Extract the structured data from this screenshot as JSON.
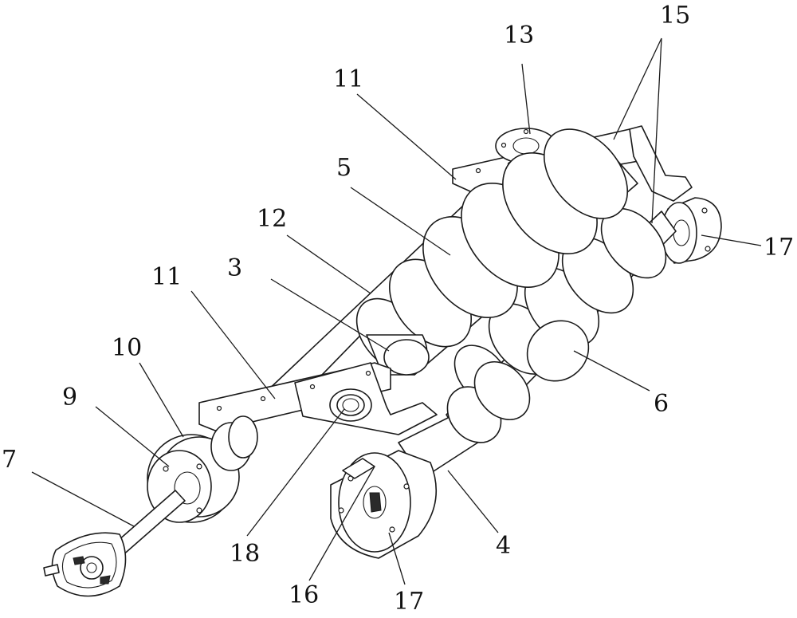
{
  "labels": {
    "l13": "13",
    "l15": "15",
    "l11_top": "11",
    "l5": "5",
    "l12": "12",
    "l3": "3",
    "l11_mid": "11",
    "l10": "10",
    "l9": "9",
    "l7": "7",
    "l17_right": "17",
    "l6": "6",
    "l18": "18",
    "l16": "16",
    "l4": "4",
    "l17_bottom": "17"
  }
}
